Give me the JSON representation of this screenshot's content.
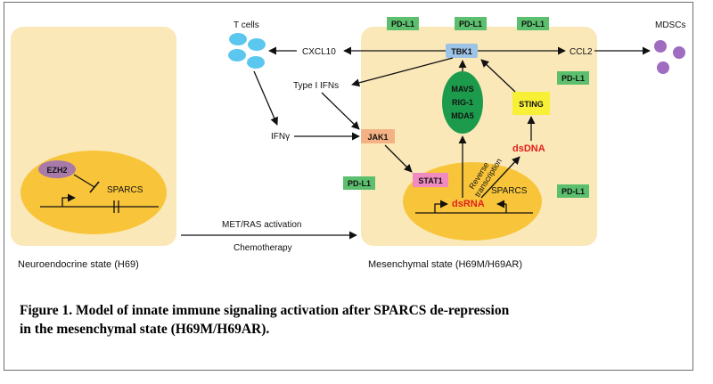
{
  "labels": {
    "t_cells": "T cells",
    "mdscs": "MDSCs",
    "cxcl10": "CXCL10",
    "ccl2": "CCL2",
    "type1_ifns": "Type I IFNs",
    "ifn_gamma": "IFNγ",
    "ezh2": "EZH2",
    "sparcs_left": "SPARCS",
    "sparcs_right": "SPARCS",
    "tbk1": "TBK1",
    "mavs": "MAVS",
    "rig1": "RIG-1",
    "mda5": "MDA5",
    "sting": "STING",
    "jak1": "JAK1",
    "stat1": "STAT1",
    "dsrna": "dsRNA",
    "dsdna": "dsDNA",
    "reverse_line1": "Reverse",
    "reverse_line2": "transcription",
    "met_ras": "MET/RAS activation",
    "chemo": "Chemotherapy",
    "neuro_state": "Neuroendocrine state (H69)",
    "mes_state": "Mesenchymal state (H69M/H69AR)",
    "pdl1_1": "PD-L1",
    "pdl1_2": "PD-L1",
    "pdl1_3": "PD-L1",
    "pdl1_4": "PD-L1",
    "pdl1_5": "PD-L1",
    "pdl1_6": "PD-L1"
  },
  "caption": {
    "line1": "Figure 1. Model of innate immune signaling activation after SPARCS de-repression",
    "line2": "in the mesenchymal state (H69M/H69AR)."
  },
  "colors": {
    "cell_bg": "#fbe8b9",
    "nucleus": "#f8c53a",
    "pdl1": "#5cbf6e",
    "tbk1": "#9dc3e6",
    "mavs": "#1d9b4c",
    "sting": "#f7f036",
    "jak1": "#f4b183",
    "stat1": "#f08ac0",
    "ezh2": "#a77aa9",
    "tcell": "#5bc7ee",
    "mdsc": "#9f6cc0",
    "red_text": "#e0201b"
  }
}
